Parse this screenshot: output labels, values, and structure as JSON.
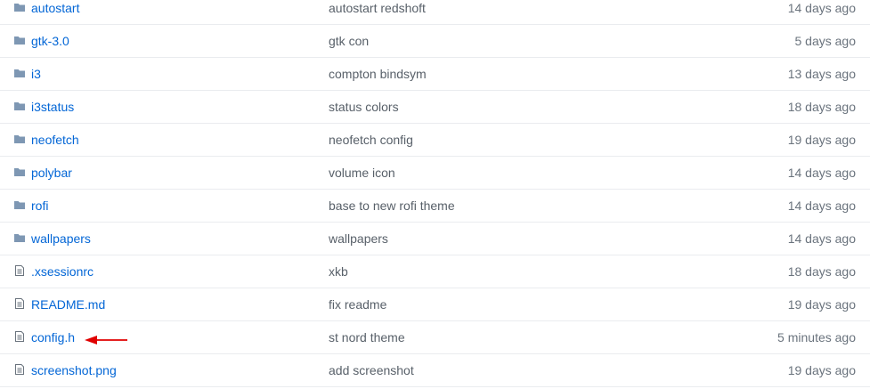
{
  "colors": {
    "link": "#0366d6",
    "message": "#586069",
    "age": "#6a737d",
    "folder_icon": "#79b8ff",
    "file_icon": "#6a737d",
    "divider": "#eaecef",
    "annotation_arrow": "#e00000"
  },
  "rows": [
    {
      "type": "folder",
      "icon": "folder-icon",
      "name": "autostart",
      "message": "autostart redshoft",
      "age": "14 days ago"
    },
    {
      "type": "folder",
      "icon": "folder-icon",
      "name": "gtk-3.0",
      "message": "gtk con",
      "age": "5 days ago"
    },
    {
      "type": "folder",
      "icon": "folder-icon",
      "name": "i3",
      "message": "compton bindsym",
      "age": "13 days ago"
    },
    {
      "type": "folder",
      "icon": "folder-icon",
      "name": "i3status",
      "message": "status colors",
      "age": "18 days ago"
    },
    {
      "type": "folder",
      "icon": "folder-icon",
      "name": "neofetch",
      "message": "neofetch config",
      "age": "19 days ago"
    },
    {
      "type": "folder",
      "icon": "folder-icon",
      "name": "polybar",
      "message": "volume icon",
      "age": "14 days ago"
    },
    {
      "type": "folder",
      "icon": "folder-icon",
      "name": "rofi",
      "message": "base to new rofi theme",
      "age": "14 days ago"
    },
    {
      "type": "folder",
      "icon": "folder-icon",
      "name": "wallpapers",
      "message": "wallpapers",
      "age": "14 days ago"
    },
    {
      "type": "file",
      "icon": "file-text-icon",
      "name": ".xsessionrc",
      "message": "xkb",
      "age": "18 days ago"
    },
    {
      "type": "file",
      "icon": "file-text-icon",
      "name": "README.md",
      "message": "fix readme",
      "age": "19 days ago"
    },
    {
      "type": "file",
      "icon": "file-text-icon",
      "name": "config.h",
      "message": "st nord theme",
      "age": "5 minutes ago"
    },
    {
      "type": "file",
      "icon": "file-text-icon",
      "name": "screenshot.png",
      "message": "add screenshot",
      "age": "19 days ago"
    }
  ],
  "annotation": {
    "icon": "red-arrow-icon",
    "points_to": "config.h"
  }
}
